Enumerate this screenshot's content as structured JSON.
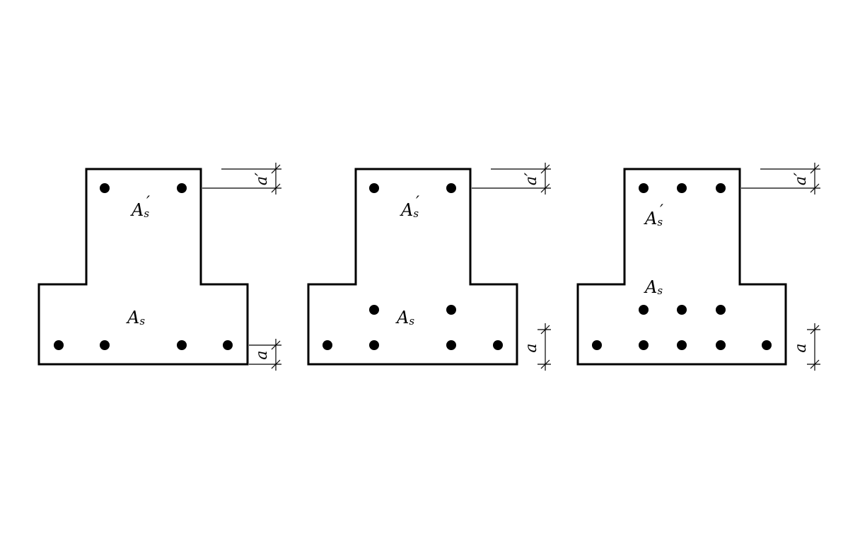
{
  "labels": {
    "compression_main": "A",
    "compression_sub": "s",
    "compression_prime": "′",
    "tension_main": "A",
    "tension_sub": "s",
    "cover_top": "a′",
    "cover_bottom": "a"
  },
  "sections": [
    {
      "name": "section-1",
      "top_bars": 2,
      "bottom_row1": 4,
      "bottom_row2": 0
    },
    {
      "name": "section-2",
      "top_bars": 2,
      "bottom_row1": 4,
      "bottom_row2": 2
    },
    {
      "name": "section-3",
      "top_bars": 3,
      "bottom_row1": 5,
      "bottom_row2": 3
    }
  ],
  "colors": {
    "stroke": "#000000",
    "background": "#ffffff"
  }
}
